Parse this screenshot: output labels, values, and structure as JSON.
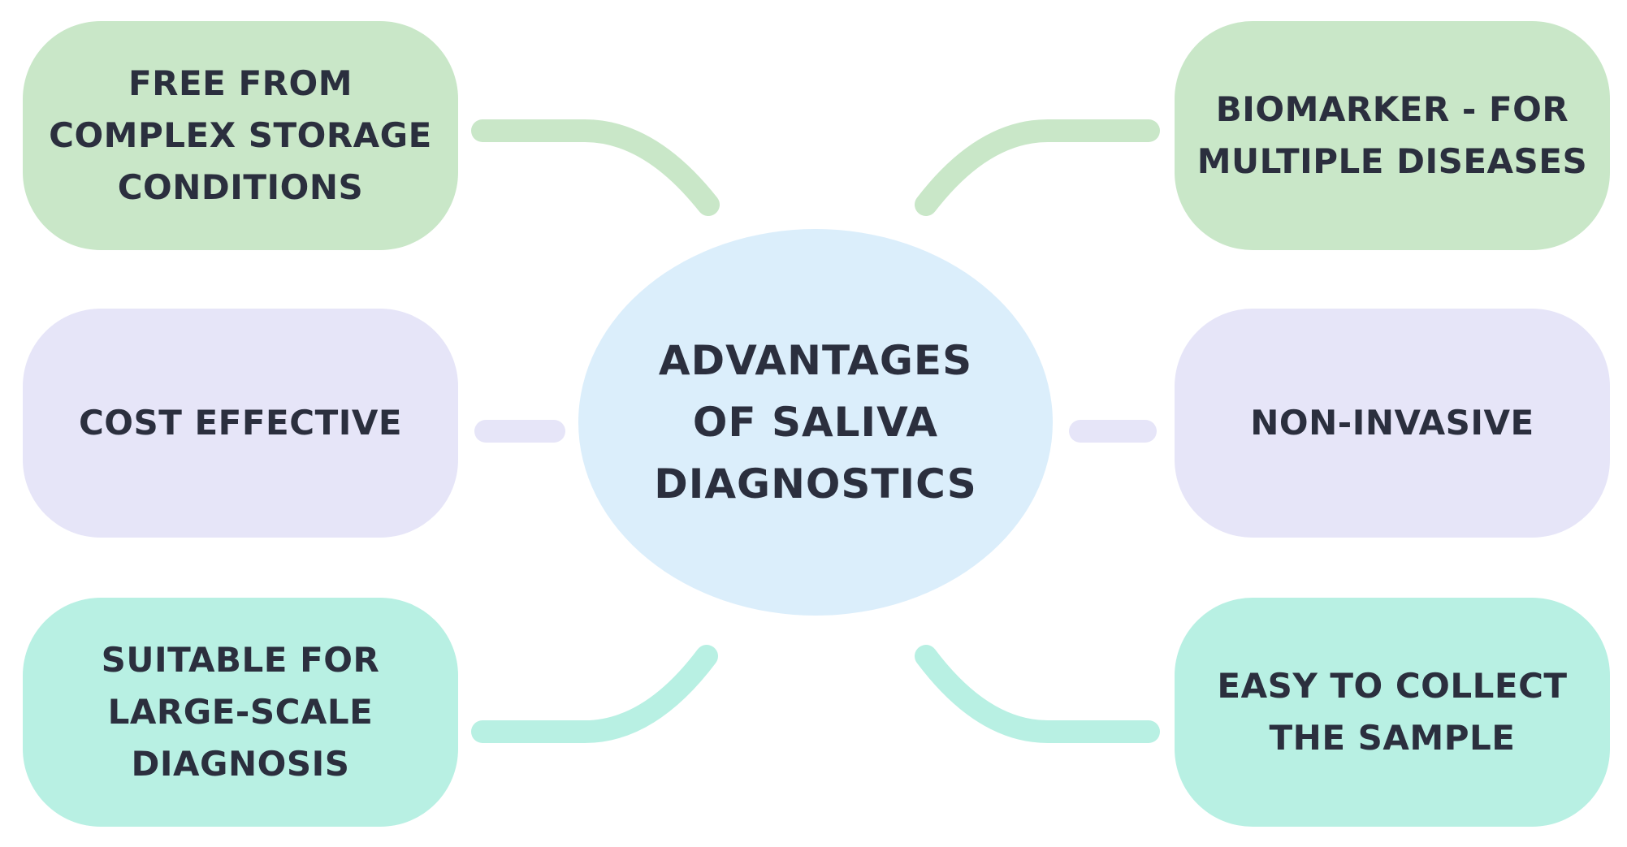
{
  "center": {
    "label": "ADVANTAGES\nOF SALIVA\nDIAGNOSTICS",
    "color": "#dbeefb"
  },
  "nodes": [
    {
      "id": "top_left",
      "label": "FREE FROM\nCOMPLEX STORAGE\nCONDITIONS",
      "color": "#c9e7c8",
      "connector_color": "#c9e7c8"
    },
    {
      "id": "mid_left",
      "label": "COST EFFECTIVE",
      "color": "#e6e5f8",
      "connector_color": "#e6e5f8"
    },
    {
      "id": "bot_left",
      "label": "SUITABLE FOR\nLARGE-SCALE\nDIAGNOSIS",
      "color": "#b8f0e3",
      "connector_color": "#b8f0e3"
    },
    {
      "id": "top_right",
      "label": "BIOMARKER - FOR\nMULTIPLE DISEASES",
      "color": "#c9e7c8",
      "connector_color": "#c9e7c8"
    },
    {
      "id": "mid_right",
      "label": "NON-INVASIVE",
      "color": "#e6e5f8",
      "connector_color": "#e6e5f8"
    },
    {
      "id": "bot_right",
      "label": "EASY TO COLLECT\nTHE SAMPLE",
      "color": "#b8f0e3",
      "connector_color": "#b8f0e3"
    }
  ]
}
